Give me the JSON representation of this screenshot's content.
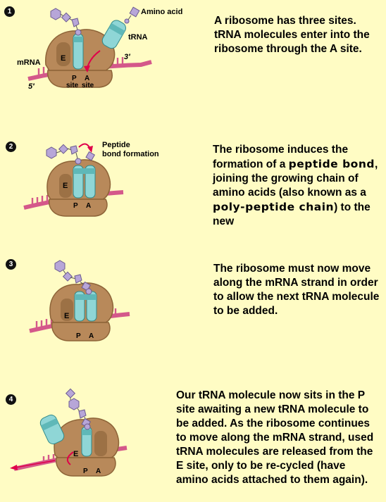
{
  "steps": [
    {
      "number": "1",
      "labels": {
        "amino_acid": "Amino acid",
        "trna": "tRNA",
        "mrna": "mRNA",
        "three_prime": "3′",
        "five_prime": "5′",
        "e": "E",
        "p": "P",
        "a": "A",
        "p_site": "site",
        "a_site": "site"
      },
      "text": "A ribosome has three sites. tRNA molecules enter into the ribosome through the A site."
    },
    {
      "number": "2",
      "labels": {
        "peptide": "Peptide",
        "bond_formation": "bond formation",
        "e": "E",
        "p": "P",
        "a": "A"
      },
      "text_parts": [
        "The ribosome induces the formation of a ",
        "peptide bond",
        ", joining the growing chain of amino acids (also known as a ",
        "poly-peptide chain",
        ") to the new"
      ]
    },
    {
      "number": "3",
      "labels": {
        "e": "E",
        "p": "P",
        "a": "A"
      },
      "text": "The ribosome must now move along the mRNA strand in order to allow the next tRNA molecule to be added."
    },
    {
      "number": "4",
      "labels": {
        "e": "E",
        "p": "P",
        "a": "A"
      },
      "text": "Our tRNA molecule now sits in the P site awaiting a new tRNA molecule to be added. As the ribosome continues to move along the mRNA strand, used tRNA molecules are released from the E site, only to be re-cycled (have amino acids attached to them again)."
    }
  ],
  "colors": {
    "background": "#fffcc4",
    "ribosome": "#b8895a",
    "ribosome_dark": "#8e6438",
    "trna": "#8fd6d6",
    "mrna": "#d4588a",
    "amino_acid": "#b7a6d8",
    "arrow": "#e0004a"
  }
}
